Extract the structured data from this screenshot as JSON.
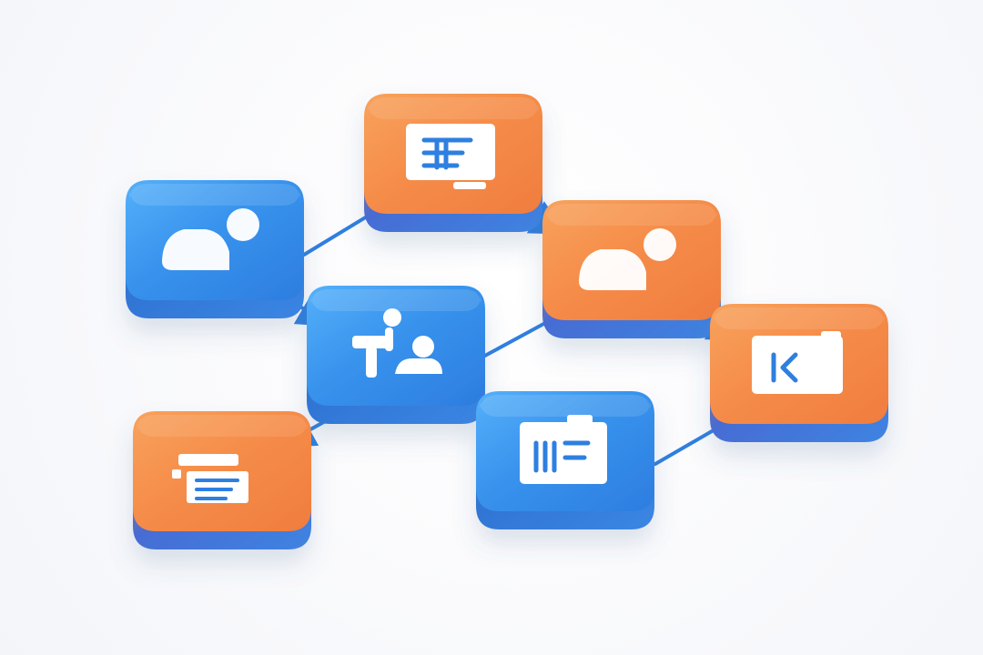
{
  "colors": {
    "background": "#f7f8fb",
    "connector": "#2f7fe0",
    "blue_tile_top": "#3d9af0",
    "blue_tile_side": "#2c73d3",
    "orange_tile_top": "#f58d4a",
    "orange_tile_side": "#3a7bd7",
    "icon": "#ffffff",
    "icon_accent": "#2f7fe0"
  },
  "nodes": [
    {
      "id": "user-left",
      "color": "blue",
      "icon": "person-icon"
    },
    {
      "id": "document-top",
      "color": "orange",
      "icon": "document-icon"
    },
    {
      "id": "person-right",
      "color": "orange",
      "icon": "person-icon"
    },
    {
      "id": "meeting-center",
      "color": "blue",
      "icon": "meeting-icon"
    },
    {
      "id": "board-right",
      "color": "orange",
      "icon": "board-k-icon"
    },
    {
      "id": "list-lower-left",
      "color": "orange",
      "icon": "list-icon"
    },
    {
      "id": "clipboard-bottom",
      "color": "blue",
      "icon": "clipboard-icon"
    }
  ],
  "edges": [
    {
      "from": "user-left",
      "to": "document-top",
      "arrow": true
    },
    {
      "from": "user-left",
      "to": "meeting-center",
      "arrow": true
    },
    {
      "from": "document-top",
      "to": "person-right",
      "arrow": true
    },
    {
      "from": "person-right",
      "to": "meeting-center",
      "arrow": false
    },
    {
      "from": "person-right",
      "to": "board-right",
      "arrow": true
    },
    {
      "from": "meeting-center",
      "to": "list-lower-left",
      "arrow": true
    },
    {
      "from": "meeting-center",
      "to": "clipboard-bottom",
      "arrow": false
    },
    {
      "from": "clipboard-bottom",
      "to": "board-right",
      "arrow": false
    }
  ]
}
